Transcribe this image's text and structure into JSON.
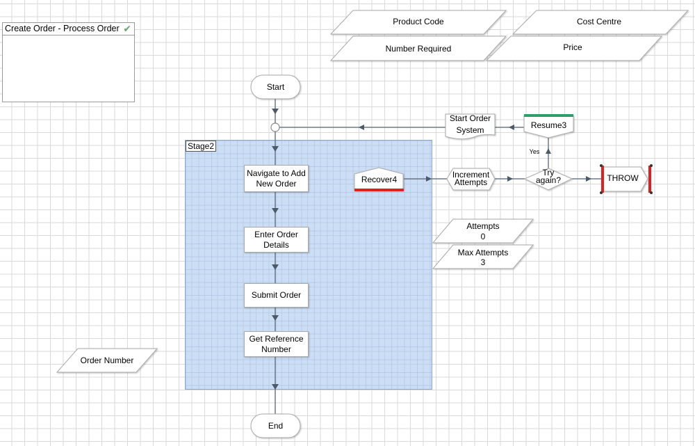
{
  "diagram": {
    "note": {
      "title": "Create Order - Process Order",
      "icon": "checkmark-icon"
    },
    "stage": {
      "label": "Stage2"
    },
    "data_items": {
      "product_code": "Product Code",
      "number_required": "Number Required",
      "cost_centre": "Cost Centre",
      "price": "Price",
      "order_number": "Order Number",
      "attempts": {
        "name": "Attempts",
        "value": "0"
      },
      "max_attempts": {
        "name": "Max Attempts",
        "value": "3"
      }
    },
    "start": "Start",
    "end": "End",
    "actions": {
      "navigate": [
        "Navigate to Add",
        "New Order"
      ],
      "enter": [
        "Enter Order",
        "Details"
      ],
      "submit": "Submit Order",
      "get_ref": [
        "Get Reference",
        "Number"
      ]
    },
    "start_order_system": [
      "Start Order",
      "System"
    ],
    "resume": "Resume3",
    "recover": "Recover4",
    "increment": [
      "Increment",
      "Attempts"
    ],
    "decision": [
      "Try",
      "again?"
    ],
    "decision_yes": "Yes",
    "throw": "THROW",
    "colors": {
      "resume_bar": "#2e9e6a",
      "recover_bar": "#e02020",
      "throw_bracket": "#e02020",
      "stage_fill": "#aac8f0",
      "connector": "#6d7a88"
    }
  }
}
